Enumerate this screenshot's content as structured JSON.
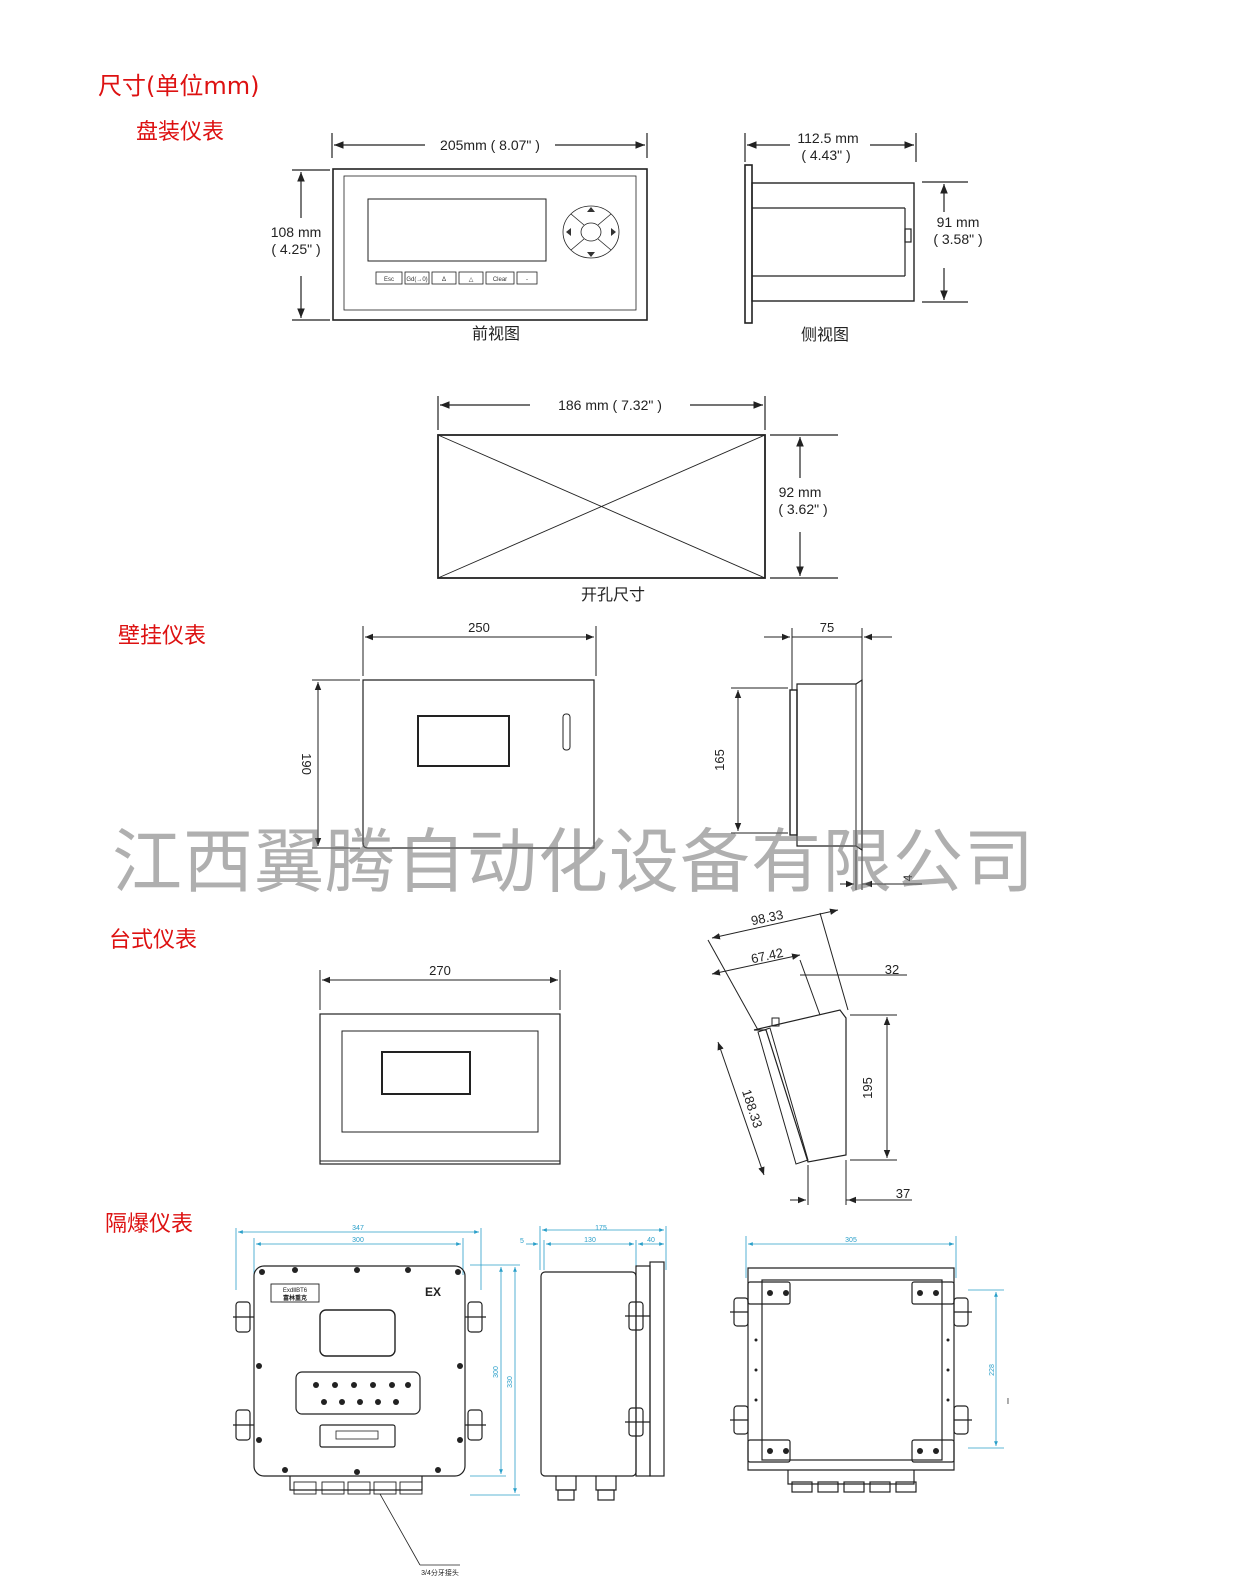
{
  "page_title": "尺寸(单位mm)",
  "watermark": "江西翼腾自动化设备有限公司",
  "colors": {
    "heading": "#dd1111",
    "line": "#222222",
    "cyan_dim": "#2a9fc9"
  },
  "sections": {
    "panel": {
      "title": "盘装仪表",
      "front": {
        "caption": "前视图",
        "width": "205mm ( 8.07\" )",
        "height_mm": "108 mm",
        "height_in": "( 4.25\" )",
        "keys": [
          "Esc",
          "Gd(→0)",
          "Δ",
          "△",
          "Clear",
          "-"
        ]
      },
      "side": {
        "caption": "侧视图",
        "depth_mm": "112.5 mm",
        "depth_in": "( 4.43\" )",
        "height_mm": "91 mm",
        "height_in": "( 3.58\" )"
      },
      "cutout": {
        "caption": "开孔尺寸",
        "width": "186 mm ( 7.32\" )",
        "height_mm": "92 mm",
        "height_in": "( 3.62\" )"
      }
    },
    "wall": {
      "title": "壁挂仪表",
      "front": {
        "width": "250",
        "height": "190"
      },
      "side": {
        "depth": "75",
        "height": "165",
        "flange": "4"
      }
    },
    "desk": {
      "title": "台式仪表",
      "front": {
        "width": "270"
      },
      "side": {
        "top_long": "98.33",
        "top_short": "67.42",
        "top_offset": "32",
        "slant": "188.33",
        "height": "195",
        "base": "37"
      }
    },
    "explosion": {
      "title": "隔爆仪表",
      "front": {
        "outer_width": "347",
        "inner_width": "300",
        "inner_height": "300",
        "outer_height": "330",
        "badge": "EX",
        "plate_line1": "ExdⅡBT6",
        "plate_line2": "富林重克",
        "gland_note": "3/4分牙接头"
      },
      "side": {
        "total": "175",
        "left": "5",
        "middle": "130",
        "right": "40"
      },
      "back": {
        "width": "305",
        "height": "228",
        "mark": "I"
      }
    }
  }
}
